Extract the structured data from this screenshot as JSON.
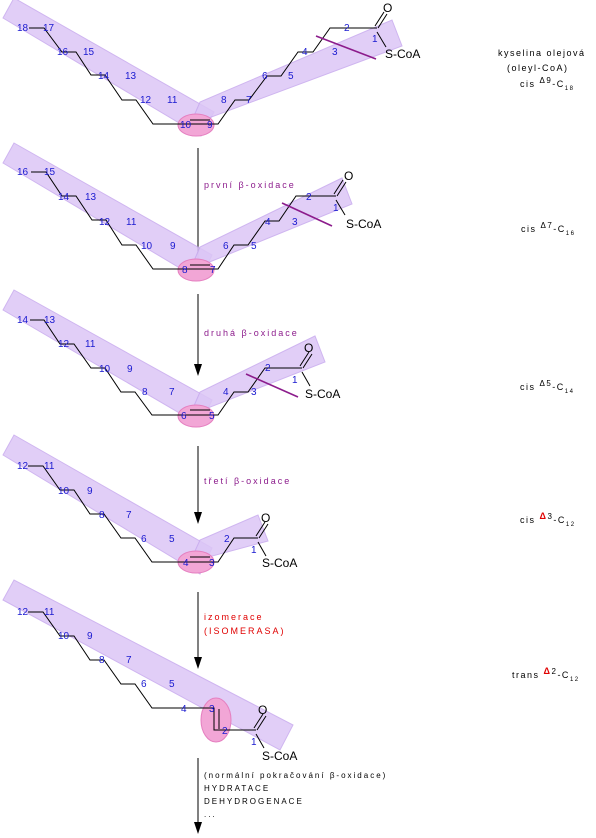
{
  "oleoyl": {
    "labels": {
      "c18": "18",
      "c17": "17",
      "c16": "16",
      "c15": "15",
      "c14": "14",
      "c13": "13",
      "c12": "12",
      "c11": "11",
      "c10": "10",
      "c9": "9",
      "c8": "8",
      "c7": "7",
      "c6": "6",
      "c5": "5",
      "c4": "4",
      "c3": "3",
      "c2": "2",
      "c1": "1"
    },
    "o": "O",
    "scoa": "S-CoA",
    "name_line1": "kyselina olejová",
    "name_line2": "(oleyl-CoA)",
    "cis": "cis",
    "delta": "Δ",
    "delta_num": "9",
    "dash_c": "-C",
    "sub": "18"
  },
  "step1": {
    "arrow_label": "první β-oxidace",
    "labels": {
      "c16": "16",
      "c15": "15",
      "c14": "14",
      "c13": "13",
      "c12": "12",
      "c11": "11",
      "c10": "10",
      "c9": "9",
      "c8": "8",
      "c7": "7",
      "c6": "6",
      "c5": "5",
      "c4": "4",
      "c3": "3",
      "c2": "2",
      "c1": "1"
    },
    "o": "O",
    "scoa": "S-CoA",
    "cis": "cis",
    "delta": "Δ",
    "delta_num": "7",
    "dash_c": "-C",
    "sub": "16"
  },
  "step2": {
    "arrow_label": "druhá β-oxidace",
    "labels": {
      "c14": "14",
      "c13": "13",
      "c12": "12",
      "c11": "11",
      "c10": "10",
      "c9": "9",
      "c8": "8",
      "c7": "7",
      "c6": "6",
      "c5": "5",
      "c4": "4",
      "c3": "3",
      "c2": "2",
      "c1": "1"
    },
    "o": "O",
    "scoa": "S-CoA",
    "cis": "cis",
    "delta": "Δ",
    "delta_num": "5",
    "dash_c": "-C",
    "sub": "14"
  },
  "step3": {
    "arrow_label": "třetí β-oxidace",
    "labels": {
      "c12": "12",
      "c11": "11",
      "c10": "10",
      "c9": "9",
      "c8": "8",
      "c7": "7",
      "c6": "6",
      "c5": "5",
      "c4": "4",
      "c3": "3",
      "c2": "2",
      "c1": "1"
    },
    "o": "O",
    "scoa": "S-CoA",
    "cis": "cis",
    "delta": "Δ",
    "delta_num": "3",
    "dash_c": "-C",
    "sub": "12"
  },
  "step4": {
    "arrow_label_line1": "izomerace",
    "arrow_label_line2": "(ISOMERASA)",
    "labels": {
      "c12": "12",
      "c11": "11",
      "c10": "10",
      "c9": "9",
      "c8": "8",
      "c7": "7",
      "c6": "6",
      "c5": "5",
      "c4": "4",
      "c3": "3",
      "c2": "2",
      "c1": "1"
    },
    "o": "O",
    "scoa": "S-CoA",
    "trans": "trans",
    "delta": "Δ",
    "delta_num": "2",
    "dash_c": "-C",
    "sub": "12"
  },
  "final": {
    "line1": "(normální pokračování β-oxidace)",
    "line2": "HYDRATACE",
    "line3": "DEHYDROGENACE",
    "line4": "..."
  },
  "colors": {
    "band": "#dcc6f6",
    "ellipse": "#f2a6d6",
    "carbon_numbers": "#1a1ad0",
    "cut_line": "#8c1c8c",
    "highlight_red": "#e00000"
  }
}
